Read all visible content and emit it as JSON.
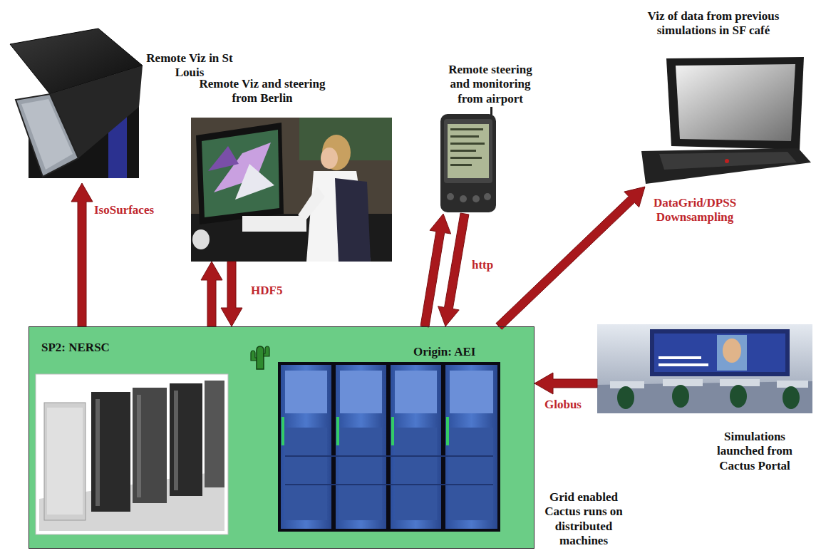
{
  "diagram": {
    "nodes": [
      {
        "text": [
          "Remote Viz in St Louis"
        ]
      },
      {
        "text": [
          "Remote Viz and steering from Berlin"
        ]
      },
      {
        "text": [
          "Remote steering and monitoring from airport"
        ]
      },
      {
        "text": [
          "Viz of data from previous simulations in SF café"
        ]
      },
      {
        "text": [
          "Grid enabled Cactus runs on distributed machines"
        ]
      },
      {
        "text": [
          "SP2: NERSC"
        ],
        "in": 4
      },
      {
        "text": [
          "Origin: AEI"
        ],
        "in": 4
      },
      {
        "text": [
          "Simulations launched from Cactus Portal"
        ]
      }
    ],
    "edges": [
      {
        "from": 4,
        "to": 0,
        "arrow": "to",
        "label": "IsoSurfaces"
      },
      {
        "from": 4,
        "to": 1,
        "arrow": "to",
        "label": "HDF5"
      },
      {
        "from": 1,
        "to": 4,
        "arrow": "to"
      },
      {
        "from": 4,
        "to": 2,
        "arrow": "to",
        "label": "http"
      },
      {
        "from": 2,
        "to": 4,
        "arrow": "to"
      },
      {
        "from": 4,
        "to": 3,
        "arrow": "to",
        "label": "DataGrid/DPSS Downsampling"
      },
      {
        "from": 7,
        "to": 4,
        "arrow": "to",
        "label": "Globus"
      }
    ]
  }
}
